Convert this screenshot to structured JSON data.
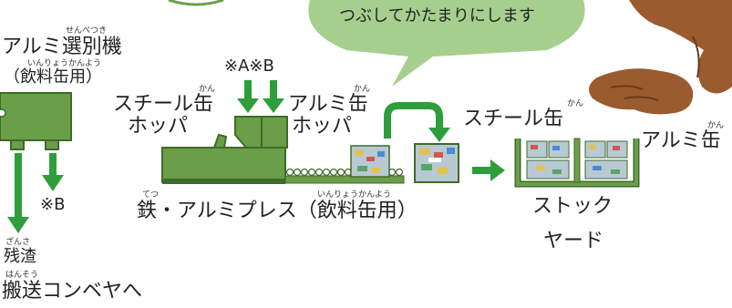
{
  "bubble": {
    "text": "つぶしてかたまりにします"
  },
  "separator": {
    "ruby": "せんべつき",
    "line1": "アルミ選別機",
    "ruby2": "いんりょうかんよう",
    "line2": "（飲料缶用）",
    "marker_b": "※B"
  },
  "residue": {
    "ruby1": "ざんさ",
    "line1": "残渣",
    "ruby2": "はんそう",
    "line2": "搬送コンベヤへ"
  },
  "inputs": {
    "label": "※A※B"
  },
  "steel_hopper": {
    "ruby": "かん",
    "line1": "スチール缶",
    "line2": "ホッパ"
  },
  "alu_hopper": {
    "ruby": "かん",
    "line1": "アルミ缶",
    "line2": "ホッパ"
  },
  "press": {
    "ruby1": "てつ",
    "ruby2": "いんりょうかんよう",
    "label": "鉄・アルミプレス（飲料缶用）"
  },
  "stock": {
    "steel_ruby": "かん",
    "steel_label": "スチール缶",
    "alu_ruby": "かん",
    "alu_label": "アルミ缶",
    "yard_line1": "ストック",
    "yard_line2": "ヤード"
  },
  "colors": {
    "machine_green": "#6a9e48",
    "machine_dark": "#3f6b2a",
    "arrow_green": "#2e9e3a",
    "bubble_green": "#a6cf8e",
    "mascot_brown": "#9a5b2e"
  }
}
